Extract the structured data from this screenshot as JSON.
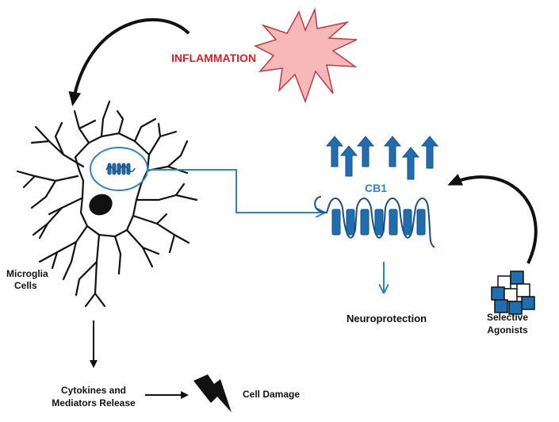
{
  "labels": {
    "inflammation": "INFLAMMATION",
    "receptor": "CB1",
    "microglia_line1": "Microglia",
    "microglia_line2": "Cells",
    "neuroprotection": "Neuroprotection",
    "agonists_line1": "Selective",
    "agonists_line2": "Agonists",
    "cytokines_line1": "Cytokines and",
    "cytokines_line2": "Mediators  Release",
    "damage": "Cell Damage"
  },
  "colors": {
    "inflammation_text": "#d42027",
    "starburst_fill": "#f6b8b8",
    "starburst_stroke": "#c0393f",
    "receptor_blue": "#1f6fb0",
    "receptor_dark": "#1b4f80",
    "line_blue": "#2e86c1",
    "black": "#111111"
  }
}
